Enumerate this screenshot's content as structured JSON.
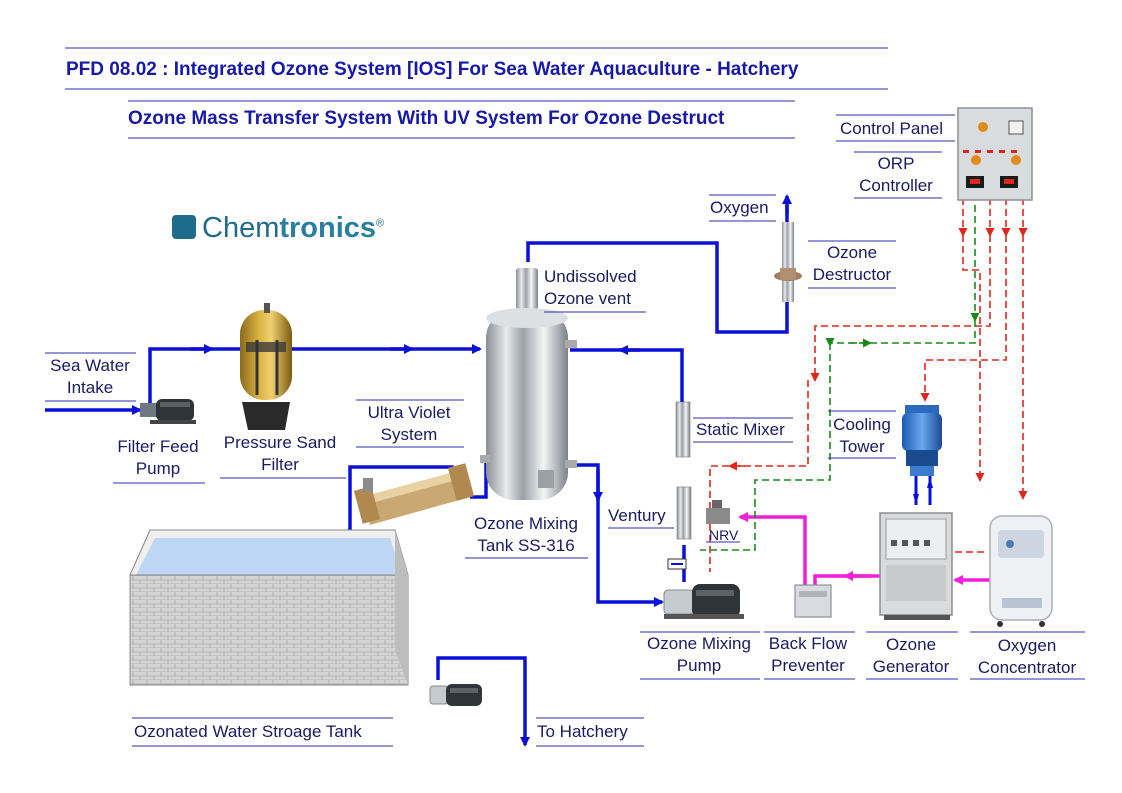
{
  "title": "PFD 08.02 : Integrated Ozone System [IOS] For Sea Water Aquaculture - Hatchery",
  "subtitle": "Ozone Mass Transfer System With UV System For Ozone Destruct",
  "logo": {
    "text_a": "Chem",
    "text_b": "tronics",
    "mark": "®"
  },
  "labels": {
    "sea_water_1": "Sea Water",
    "sea_water_2": "Intake",
    "filter_pump_1": "Filter Feed",
    "filter_pump_2": "Pump",
    "sand_filter_1": "Pressure Sand",
    "sand_filter_2": "Filter",
    "uv_1": "Ultra Violet",
    "uv_2": "System",
    "vent_1": "Undissolved",
    "vent_2": "Ozone vent",
    "oxygen": "Oxygen",
    "destructor_1": "Ozone",
    "destructor_2": "Destructor",
    "control_panel": "Control Panel",
    "orp_1": "ORP",
    "orp_2": "Controller",
    "static_mixer": "Static Mixer",
    "cooling_1": "Cooling",
    "cooling_2": "Tower",
    "venturi": "Ventury",
    "nrv": "NRV",
    "mixing_tank_1": "Ozone Mixing",
    "mixing_tank_2": "Tank SS-316",
    "mixing_pump_1": "Ozone Mixing",
    "mixing_pump_2": "Pump",
    "backflow_1": "Back Flow",
    "backflow_2": "Preventer",
    "generator_1": "Ozone",
    "generator_2": "Generator",
    "concentrator_1": "Oxygen",
    "concentrator_2": "Concentrator",
    "storage_tank": "Ozonated Water Stroage Tank",
    "to_hatchery": "To Hatchery"
  },
  "colors": {
    "water_line": "#0a10d8",
    "ozone_line": "#f020d8",
    "signal_red": "#e0261a",
    "signal_green": "#1a8a1a",
    "label_text": "#1a1a60",
    "title_text": "#1919a8",
    "stainless": "#c8ccd0",
    "tank_water": "#bcd6f4",
    "brick": "#cfcfcf"
  },
  "icons": [
    "arrow-icon",
    "pump-icon",
    "tank-icon",
    "filter-vessel-icon",
    "uv-reactor-icon",
    "control-panel-icon",
    "cooling-tower-icon",
    "ozone-generator-icon",
    "oxygen-concentrator-icon",
    "destructor-icon",
    "valve-icon"
  ]
}
